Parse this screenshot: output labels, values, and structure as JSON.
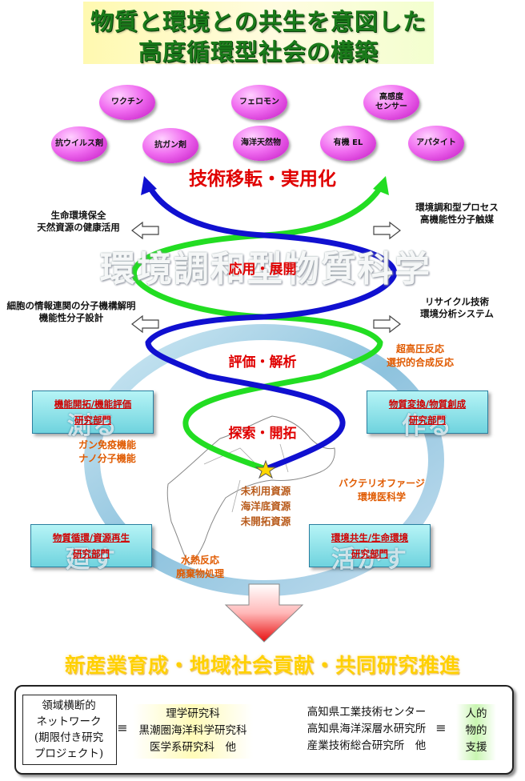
{
  "title": {
    "line1": "物質と環境との共生を意図した",
    "line2": "高度循環型社会の構築"
  },
  "products": [
    {
      "label": "ワクチン"
    },
    {
      "label": "フェロモン"
    },
    {
      "label": "高感度\nセンサー"
    },
    {
      "label": "抗ウイルス剤"
    },
    {
      "label": "抗ガン剤"
    },
    {
      "label": "海洋天然物"
    },
    {
      "label": "有機 EL"
    },
    {
      "label": "アパタイト"
    }
  ],
  "tech_transfer": "技術移転・実用化",
  "watermark": "環境調和型物質科学",
  "stages": {
    "apply": "応用・展開",
    "evaluate": "評価・解析",
    "explore": "探索・開拓"
  },
  "outcomes": {
    "left_upper": [
      "生命環境保全",
      "天然資源の健康活用"
    ],
    "left_lower": [
      "細胞の情報連関の分子機構解明",
      "機能性分子設計"
    ],
    "right_upper": [
      "環境調和型プロセス",
      "高機能性分子触媒"
    ],
    "right_lower": [
      "リサイクル技術",
      "環境分析システム"
    ]
  },
  "divisions": {
    "tl": {
      "line1": "機能開拓/機能評価",
      "line2": "研究部門",
      "ghost": "測る"
    },
    "tr": {
      "line1": "物質変換/物質創成",
      "line2": "研究部門",
      "ghost": "作る"
    },
    "bl": {
      "line1": "物質循環/資源再生",
      "line2": "研究部門",
      "ghost": "廻す"
    },
    "br": {
      "line1": "環境共生/生命環境",
      "line2": "研究部門",
      "ghost": "活かす"
    }
  },
  "topics": {
    "high_pressure": [
      "超高圧反応",
      "選択的合成反応"
    ],
    "cancer": [
      "ガン免疫機能",
      "ナノ分子機能"
    ],
    "phage": [
      "バクテリオファージ",
      "環境医科学"
    ],
    "hydro": [
      "水熱反応",
      "廃棄物処理"
    ]
  },
  "resources": [
    "未利用資源",
    "海洋底資源",
    "未開拓資源"
  ],
  "conclusion": "新産業育成・地域社会貢献・共同研究推進",
  "panel": {
    "network": [
      "領域横断的",
      "ネットワーク",
      "(期限付き研究",
      "プロジェクト)"
    ],
    "equiv": "≡",
    "faculties": [
      "理学研究科",
      "黒潮圏海洋科学研究科",
      "医学系研究科　他"
    ],
    "institutes": [
      "高知県工業技術センター",
      "高知県海洋深層水研究所",
      "産業技術総合研究所　他"
    ],
    "support": [
      "人的",
      "物的",
      "支援"
    ]
  },
  "colors": {
    "green": "#22dd22",
    "blue": "#1010d0",
    "red": "#e00000",
    "title_green": "#1a7a1a",
    "cyan_box": "#6fd3de"
  }
}
